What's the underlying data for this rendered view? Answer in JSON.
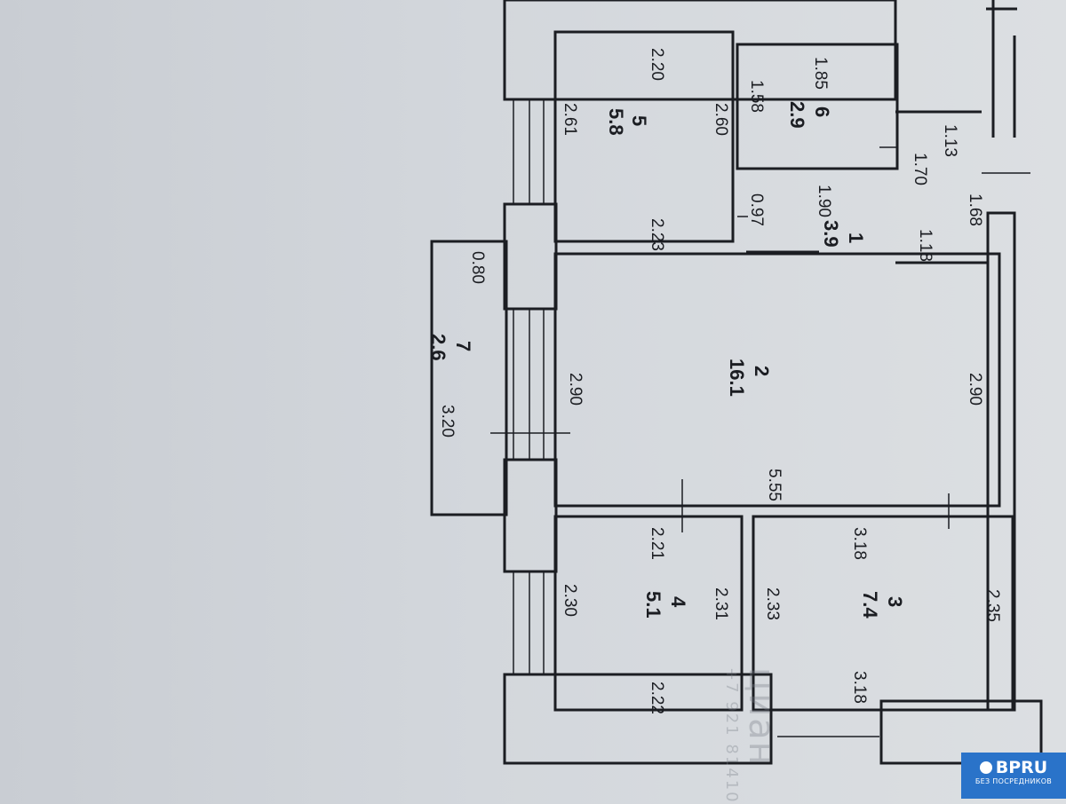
{
  "rooms": [
    {
      "id": "1",
      "num": "1",
      "area": "3.9"
    },
    {
      "id": "2",
      "num": "2",
      "area": "16.1"
    },
    {
      "id": "3",
      "num": "3",
      "area": "7.4"
    },
    {
      "id": "4",
      "num": "4",
      "area": "5.1"
    },
    {
      "id": "5",
      "num": "5",
      "area": "5.8"
    },
    {
      "id": "6",
      "num": "6",
      "area": "2.9"
    },
    {
      "id": "7",
      "num": "7",
      "area": "2.6"
    }
  ],
  "dimensions": [
    {
      "id": "d-balc-top",
      "text": "0.80"
    },
    {
      "id": "d-balc-left",
      "text": "3.20"
    },
    {
      "id": "d-r2-left",
      "text": "2.90"
    },
    {
      "id": "d-r2-right",
      "text": "2.90"
    },
    {
      "id": "d-r2-bottom",
      "text": "5.55"
    },
    {
      "id": "d-r4-top",
      "text": "2.21"
    },
    {
      "id": "d-r4-left",
      "text": "2.30"
    },
    {
      "id": "d-r4-right",
      "text": "2.31"
    },
    {
      "id": "d-r4-bottom",
      "text": "2.22"
    },
    {
      "id": "d-r3-top",
      "text": "3.18"
    },
    {
      "id": "d-r3-left",
      "text": "2.33"
    },
    {
      "id": "d-r3-right",
      "text": "2.35"
    },
    {
      "id": "d-r3-bottom",
      "text": "3.18"
    },
    {
      "id": "d-r5-top",
      "text": "2.20"
    },
    {
      "id": "d-r5-left",
      "text": "2.61"
    },
    {
      "id": "d-r5-right",
      "text": "2.60"
    },
    {
      "id": "d-r5-bottom",
      "text": "2.23"
    },
    {
      "id": "d-r6-top",
      "text": "1.85"
    },
    {
      "id": "d-r6-left",
      "text": "1.58"
    },
    {
      "id": "d-r6-right",
      "text": "1.13"
    },
    {
      "id": "d-r1-a",
      "text": "0.97"
    },
    {
      "id": "d-r1-b",
      "text": "1.90"
    },
    {
      "id": "d-r1-c",
      "text": "1.70"
    },
    {
      "id": "d-r1-d",
      "text": "1.18"
    },
    {
      "id": "d-r1-e",
      "text": "1.68"
    }
  ],
  "watermark": {
    "brand": "циан",
    "phone": "+7 921 81410"
  },
  "badge": {
    "title": "BPRU",
    "subtitle": "БЕЗ ПОСРЕДНИКОВ",
    "color": "#2a73c9"
  },
  "colors": {
    "ink": "#1b1d22",
    "paper": "#d3d7dc"
  }
}
